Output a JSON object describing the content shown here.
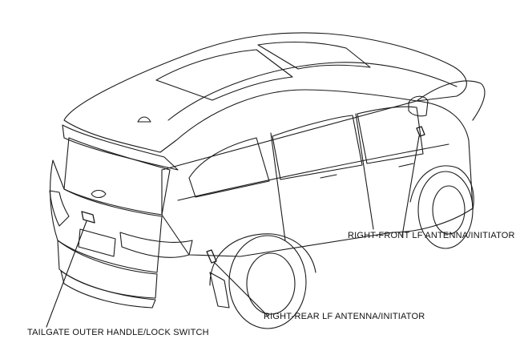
{
  "callouts": {
    "right_front": "RIGHT-FRONT LF ANTENNA/INITIATOR",
    "right_rear": "RIGHT-REAR LF ANTENNA/INITIATOR",
    "tailgate": "TAILGATE OUTER HANDLE/LOCK SWITCH"
  },
  "colors": {
    "line": "#1a1a1a",
    "background": "#ffffff"
  }
}
